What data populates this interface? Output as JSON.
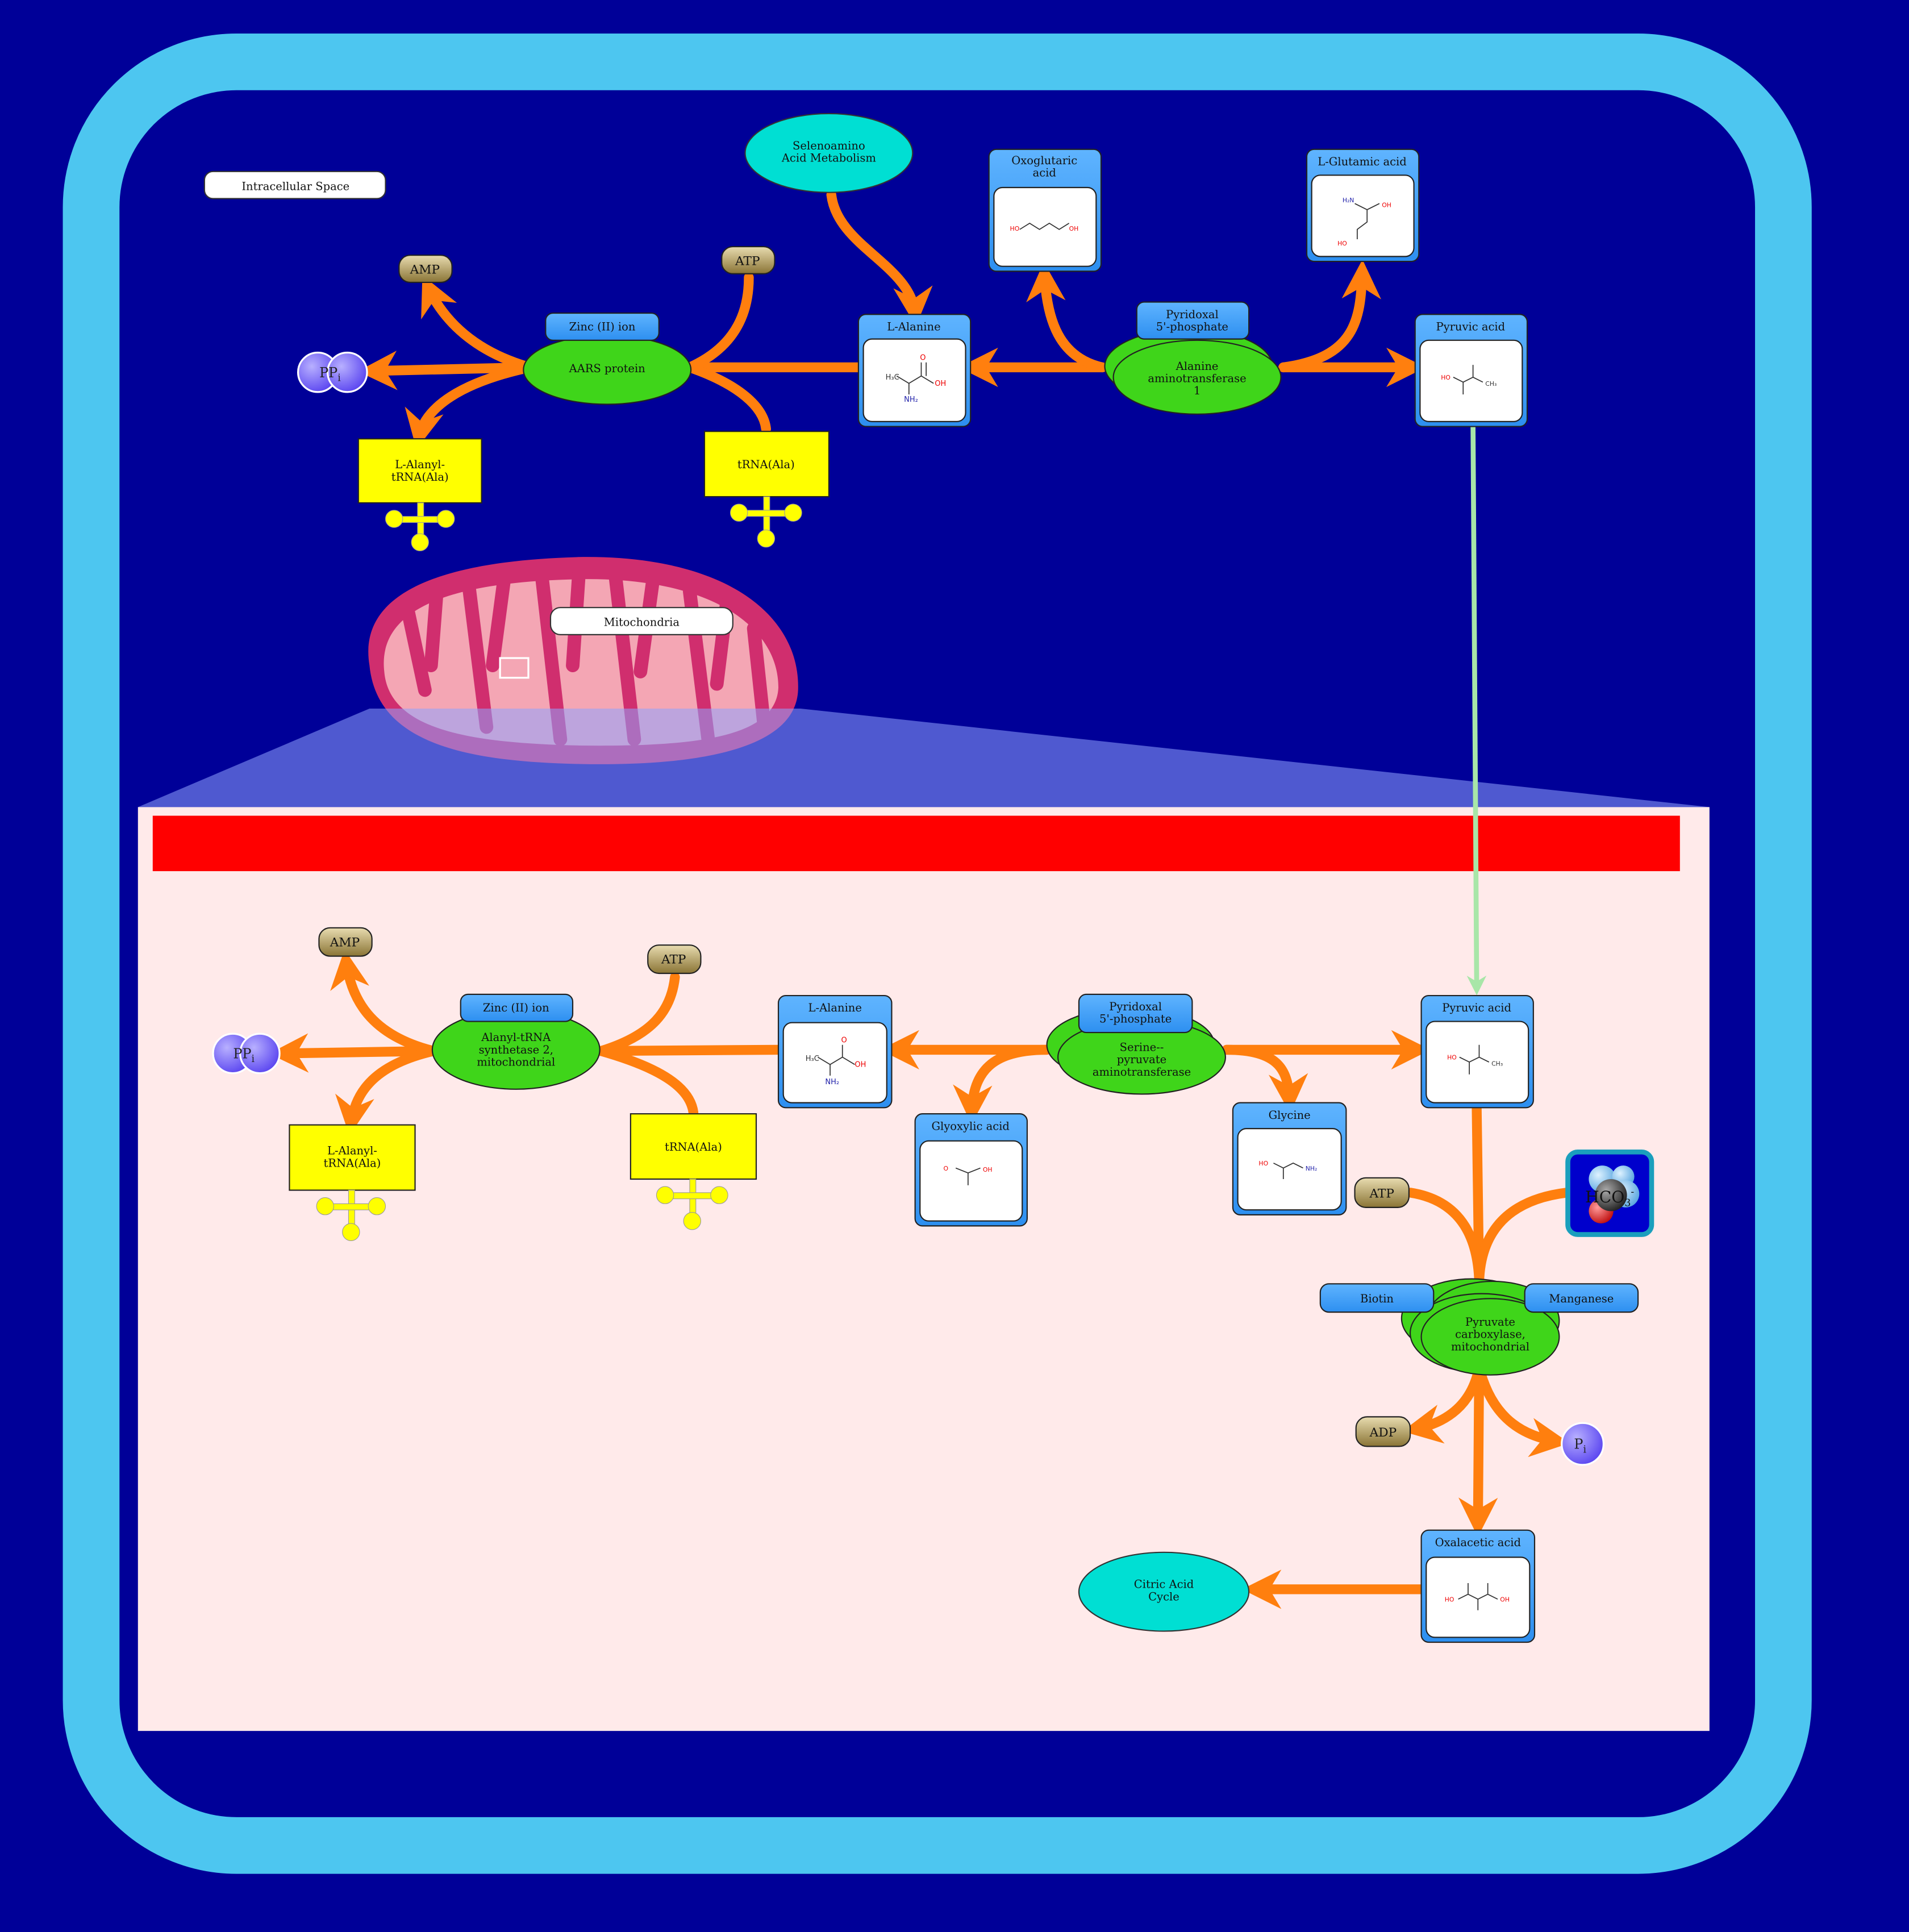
{
  "compartments": {
    "cell": "Intracellular Space",
    "mito": "Mitochondria"
  },
  "cytosol": {
    "pathway_selenoamino": [
      "Selenoamino",
      "Acid Metabolism"
    ],
    "aars_protein": "AARS protein",
    "aars_cofactor": "Zinc (II) ion",
    "amp": "AMP",
    "atp": "ATP",
    "ppi": "PP",
    "ppi_sub": "i",
    "alanyl_trna": [
      "L-Alanyl-",
      "tRNA(Ala)"
    ],
    "trna_ala": "tRNA(Ala)",
    "l_alanine": "L-Alanine",
    "oxoglutaric": [
      "Oxoglutaric",
      "acid"
    ],
    "l_glutamic": "L-Glutamic acid",
    "pyridoxal": [
      "Pyridoxal",
      "5'-phosphate"
    ],
    "alt1": [
      "Alanine",
      "aminotransferase",
      "1"
    ],
    "pyruvic": "Pyruvic acid"
  },
  "mito": {
    "amp": "AMP",
    "atp": "ATP",
    "ppi": "PP",
    "ppi_sub": "i",
    "aars2_cofactor": "Zinc (II) ion",
    "aars2": [
      "Alanyl-tRNA",
      "synthetase 2,",
      "mitochondrial"
    ],
    "alanyl_trna": [
      "L-Alanyl-",
      "tRNA(Ala)"
    ],
    "trna_ala": "tRNA(Ala)",
    "l_alanine": "L-Alanine",
    "pyridoxal": [
      "Pyridoxal",
      "5'-phosphate"
    ],
    "spt": [
      "Serine--",
      "pyruvate",
      "aminotransferase"
    ],
    "pyruvic": "Pyruvic acid",
    "glyoxylic": "Glyoxylic acid",
    "glycine": "Glycine",
    "atp2": "ATP",
    "hco3": "HCO",
    "hco3_sub": "3",
    "hco3_sup": "-",
    "biotin": "Biotin",
    "manganese": "Manganese",
    "pc": [
      "Pyruvate",
      "carboxylase,",
      "mitochondrial"
    ],
    "adp": "ADP",
    "pi": "P",
    "pi_sub": "i",
    "oxaloacetic": "Oxalacetic acid",
    "pathway_tca": [
      "Citric Acid",
      "Cycle"
    ]
  },
  "atoms": {
    "h3c": "H₃C",
    "o": "O",
    "oh": "OH",
    "ho": "HO",
    "nh2": "NH₂",
    "h2n": "H₂N",
    "ch3": "CH₃"
  },
  "colors": {
    "background": "#000098",
    "cell_border": "#4dc6f0",
    "edge": "#ff7f0e",
    "transport_edge": "#a8e6a8",
    "protein": "#3fd51a",
    "compound_header": "#2d95f5",
    "trna": "#ffff00",
    "pathway": "#00dfd3",
    "nucleotide": "#b09a5a",
    "ion": "#7b6cff",
    "mito_panel": "#ffeaea",
    "mito_bar": "#ff0000"
  }
}
